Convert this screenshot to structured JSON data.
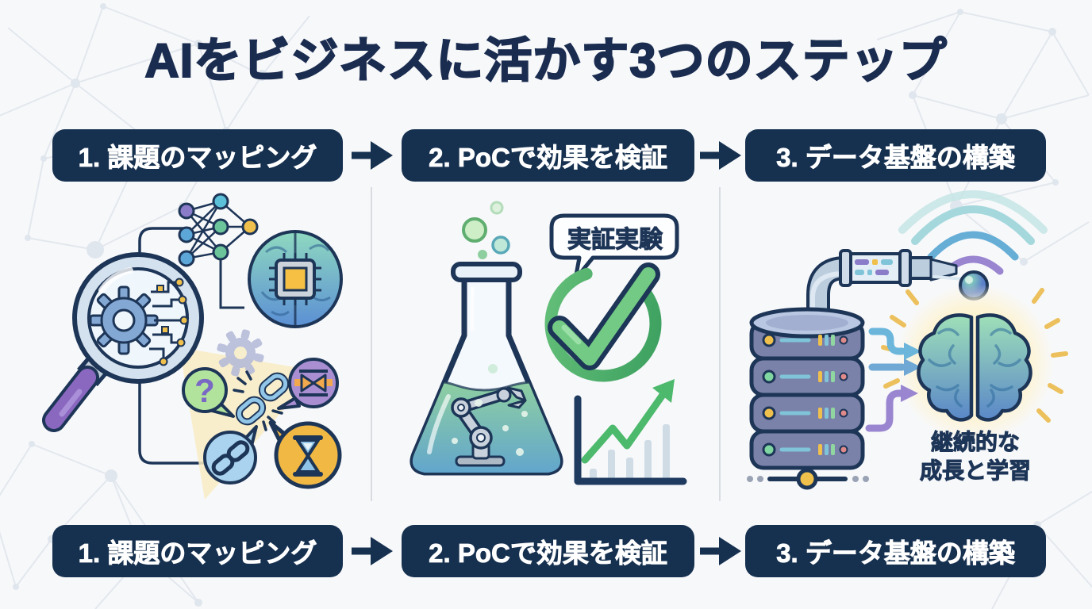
{
  "title": "AIをビジネスに活かす3つのステップ",
  "steps": [
    {
      "label": "1. 課題のマッピング"
    },
    {
      "label": "2. PoCで効果を検証"
    },
    {
      "label": "3. データ基盤の構築"
    }
  ],
  "panel_poc": {
    "speech_bubble_label": "実証実験"
  },
  "panel_data": {
    "caption_line1": "継続的な",
    "caption_line2": "成長と学習"
  },
  "icon_text": {
    "question_mark": "?"
  },
  "icons": [
    "magnifier-gear-circuit-icon",
    "neural-network-icon",
    "brain-chip-icon",
    "faded-gear-icon",
    "question-bubble-icon",
    "broken-chain-icon",
    "bottleneck-bubble-icon",
    "chain-circle-icon",
    "hourglass-bubble-icon",
    "flask-robot-icon",
    "bubbles-icon",
    "speech-bubble",
    "check-circle-icon",
    "growth-chart-icon",
    "server-stack-icon",
    "data-pipe-icon",
    "wifi-icon",
    "data-sphere-icon",
    "brain-icon",
    "flow-arrows-icon",
    "network-node-icon",
    "arrow-right-icon",
    "network-pattern-background"
  ],
  "colors": {
    "background": "#f7f8fa",
    "navy": "#16304f",
    "outline_navy": "#1d3557",
    "banner_text": "#ffffff",
    "green": "#4cb96c",
    "light_green": "#b2e39d",
    "yellow": "#f0c04c",
    "purple": "#9a86d0",
    "blue": "#6cb6dc",
    "teal": "#7fc4d8",
    "slate": "#7b82aa",
    "divider": "#d8dce1",
    "pattern": "#e3e8ee"
  }
}
